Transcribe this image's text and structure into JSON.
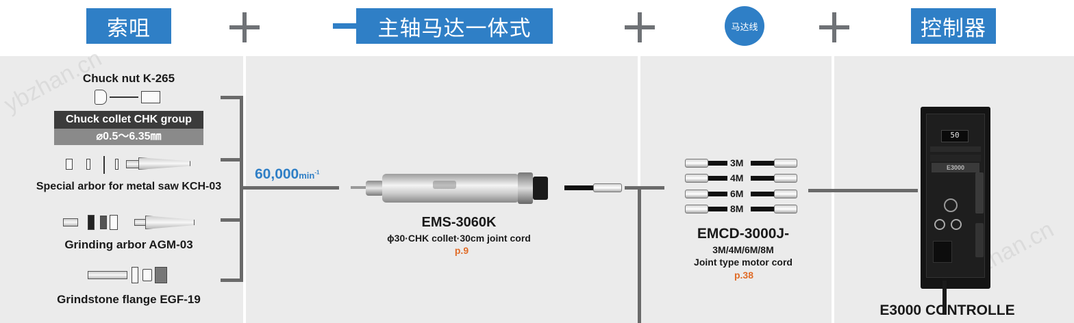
{
  "header": {
    "tag1": "索咀",
    "tag2": "主轴马达一体式",
    "tag3": "马达线",
    "tag4": "控制器"
  },
  "watermark": {
    "text1": "ybzhan.cn",
    "text2": "ybzhan.cn"
  },
  "tools": {
    "chuck_nut": "Chuck nut K-265",
    "collet_group": "Chuck collet CHK group",
    "collet_range": "⌀0.5～6.35㎜",
    "arbor_metal_saw": "Special arbor for metal saw KCH-03",
    "grinding_arbor": "Grinding arbor AGM-03",
    "grindstone_flange": "Grindstone flange EGF-19"
  },
  "spindle": {
    "speed": "60,000",
    "speed_unit": "min",
    "speed_exp": "-1",
    "model": "EMS-3060K",
    "desc": "ϕ30·CHK collet·30cm joint cord",
    "page": "p.9"
  },
  "cord": {
    "lengths": [
      "3M",
      "4M",
      "6M",
      "8M"
    ],
    "model": "EMCD-3000J-",
    "variants": "3M/4M/6M/8M",
    "desc": "Joint type motor cord",
    "page": "p.38"
  },
  "controller": {
    "name": "E3000 CONTROLLE",
    "display": "50",
    "brand": "E3000"
  },
  "colors": {
    "accent": "#2f7fc6",
    "reference": "#e06b27",
    "panel": "#ebebeb"
  }
}
